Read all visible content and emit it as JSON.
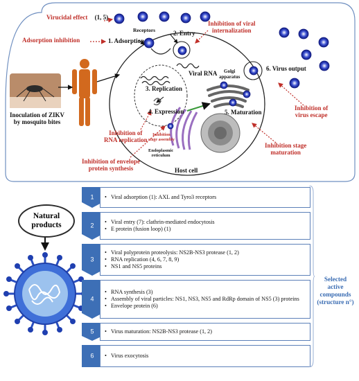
{
  "top": {
    "virucidal": "Virucidal effect",
    "virucidal_ref": "(1, 5)",
    "adsorption_inhibition": "Adsorption inhibition",
    "receptors": "Receptors",
    "adsorption": "1. Adsorption",
    "entry": "2. Entry",
    "inhibition_internalization": "Inhibition of viral\ninternalization",
    "viral_rna": "Viral RNA",
    "replication": "3. Replication",
    "expression": "4. Expression",
    "golgi": "Golgi\napparatus",
    "virus_output": "6. Virus output",
    "maturation": "5. Maturation",
    "inhibition_escape": "Inhibition of\nvirus escape",
    "inhibition_stage_assembly": "Inhibition\nstage assembly",
    "er": "Endoplasmic\nreticulum",
    "host_cell": "Host cell",
    "inoculation": "Inoculation of ZIKV\nby mosquito bites",
    "inhibition_rna": "Inhibition of\nRNA replication",
    "inhibition_envelope": "Inhibition of envelope\nprotein synthesis",
    "inhibition_maturation": "Inhibition stage\nmaturation"
  },
  "natural_products": "Natural\nproducts",
  "steps": [
    {
      "num": "1",
      "lines": [
        "Viral adsorption (1): AXL and Tyro3  receptors"
      ]
    },
    {
      "num": "2",
      "lines": [
        "Viral entry (7): clathrin-mediated endocytosis",
        "E protein (fusion loop) (1)"
      ]
    },
    {
      "num": "3",
      "lines": [
        "Viral polyprotein proteolysis: NS2B-NS3 protease (1, 2)",
        "RNA replication (4, 6, 7, 8, 9)",
        "NS1 and NS5 proteins"
      ]
    },
    {
      "num": "4",
      "lines": [
        "RNA synthesis (3)",
        "Assembly of viral particles: NS1, NS3, NS5 and RdRp domain of NS5 (3) proteins",
        "Envelope protein (6)"
      ]
    },
    {
      "num": "5",
      "lines": [
        "Virus maturation: NS2B-NS3 protease (1, 2)"
      ]
    },
    {
      "num": "6",
      "lines": [
        "Virus exocytosis"
      ]
    }
  ],
  "selected": "Selected\nactive\ncompounds\n(structure n°)",
  "colors": {
    "red": "#c0302a",
    "step_blue": "#3d6fb6",
    "box_border": "#5b7fb8",
    "selected_blue": "#3b6db3"
  }
}
